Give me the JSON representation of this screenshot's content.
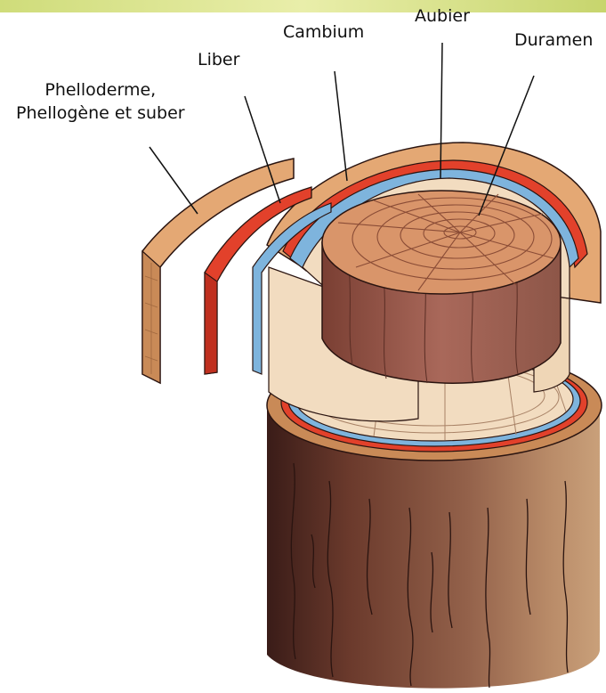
{
  "labels": {
    "phelloderme_line1": "Phelloderme,",
    "phelloderme_line2": "Phellogène et suber",
    "liber": "Liber",
    "cambium": "Cambium",
    "aubier": "Aubier",
    "duramen": "Duramen"
  },
  "colors": {
    "bark_outer": "#c98a57",
    "bark_top": "#e4a874",
    "liber_red": "#e2412b",
    "cambium_blue": "#7eb4dd",
    "sapwood": "#f2dcc0",
    "heartwood_top": "#d9956a",
    "heartwood_side": "#9b5f4a",
    "trunk": "#6b3a2c",
    "top_band": "#d6e28a"
  }
}
